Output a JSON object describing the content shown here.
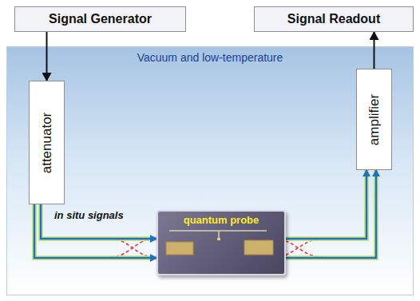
{
  "diagram": {
    "nodes": [
      {
        "text": [
          "Signal Generator"
        ]
      },
      {
        "text": [
          "Signal Readout"
        ]
      },
      {
        "text": [
          "Vacuum and low-temperature"
        ]
      },
      {
        "text": [
          "attenuator"
        ],
        "in": 2
      },
      {
        "text": [
          "amplifier"
        ],
        "in": 2
      },
      {
        "text": [
          "quantum probe"
        ],
        "in": 2
      }
    ],
    "edges": [
      {
        "from": 0,
        "to": 3,
        "arrow": "to"
      },
      {
        "from": 4,
        "to": 1,
        "arrow": "to"
      },
      {
        "from": 3,
        "to": 5,
        "arrow": "to"
      },
      {
        "from": 3,
        "to": 5,
        "arrow": "to"
      },
      {
        "from": 5,
        "to": 4,
        "arrow": "to"
      },
      {
        "from": 5,
        "to": 4,
        "arrow": "to"
      }
    ],
    "labels": [
      "in situ signals"
    ]
  }
}
